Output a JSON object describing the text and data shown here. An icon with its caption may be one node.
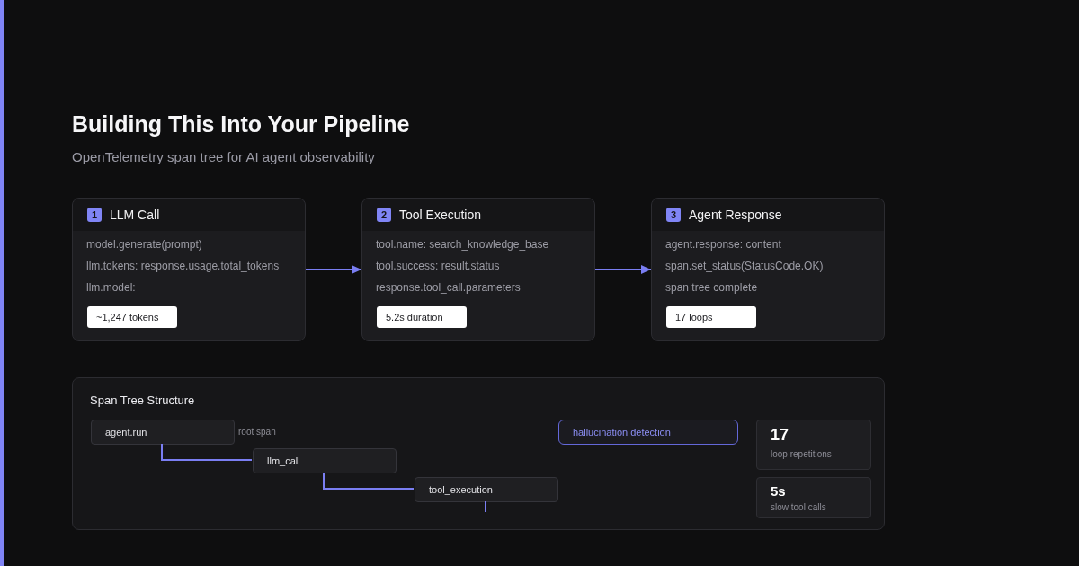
{
  "diagram": {
    "title": "Building This Into Your Pipeline",
    "nodes": [
      {
        "text": [
          "LLM Call",
          "model.generate(prompt)",
          "llm.tokens: response.usage.total_tokens",
          "llm.model:"
        ]
      },
      {
        "text": [
          "1"
        ],
        "in": 0
      },
      {
        "text": [
          "~1,247 tokens"
        ],
        "in": 0
      },
      {
        "text": [
          "Tool Execution",
          "tool.name: search_knowledge_base",
          "tool.success: result.status",
          "response.tool_call.parameters"
        ]
      },
      {
        "text": [
          "2"
        ],
        "in": 3
      },
      {
        "text": [
          "5.2s duration"
        ],
        "in": 3
      },
      {
        "text": [
          "Agent Response",
          "agent.response: content",
          "span.set_status(StatusCode.OK)",
          "span tree complete"
        ]
      },
      {
        "text": [
          "3"
        ],
        "in": 6
      },
      {
        "text": [
          "17 loops"
        ],
        "in": 6
      },
      {
        "text": [
          "Span Tree Structure"
        ]
      },
      {
        "text": [
          "agent.run"
        ],
        "in": 9,
        "beside": [
          "root span"
        ]
      },
      {
        "text": [
          "llm_call"
        ],
        "in": 9
      },
      {
        "text": [
          "tool_execution"
        ],
        "in": 9
      },
      {
        "text": [
          "hallucination detection"
        ],
        "in": 9
      },
      {
        "text": [
          "17",
          "loop repetitions"
        ],
        "in": 9
      },
      {
        "text": [
          "5s",
          "slow tool calls"
        ],
        "in": 9
      }
    ],
    "edges": [
      {
        "from": 0,
        "to": 3,
        "arrow": "to"
      },
      {
        "from": 3,
        "to": 6,
        "arrow": "to"
      },
      {
        "from": 10,
        "to": 11,
        "arrow": "none"
      },
      {
        "from": 11,
        "to": 12,
        "arrow": "none"
      },
      {
        "from": 12,
        "to": null,
        "arrow": "none"
      }
    ],
    "labels": [
      "OpenTelemetry span tree for AI agent observability"
    ]
  }
}
